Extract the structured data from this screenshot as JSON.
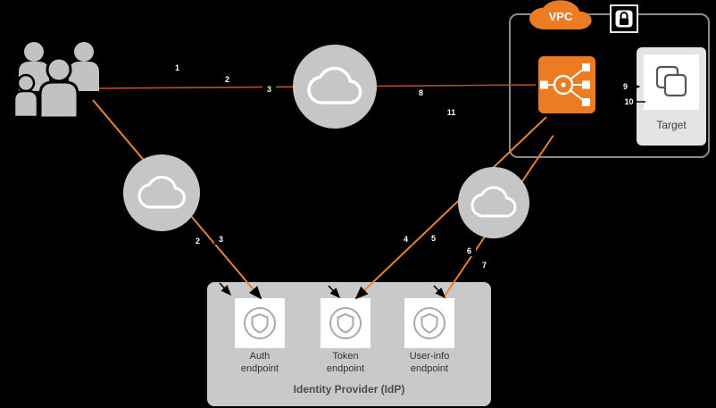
{
  "vpc": {
    "label": "VPC"
  },
  "target": {
    "label": "Target"
  },
  "idp": {
    "label": "Identity Provider (IdP)",
    "endpoints": [
      "Auth endpoint",
      "Token endpoint",
      "User-info endpoint"
    ]
  },
  "steps": {
    "top": [
      "1",
      "2",
      "3",
      "8",
      "11"
    ],
    "vpc": [
      "9",
      "10"
    ],
    "left": [
      "2",
      "3"
    ],
    "right": [
      "4",
      "5",
      "6",
      "7"
    ]
  },
  "icons": {
    "users": "users-icon",
    "internet": "cloud-icon",
    "vpc_tag": "vpc-cloud-icon",
    "security": "lock-icon",
    "load_balancer": "load-balancer-icon",
    "idp_endpoint": "shield-icon",
    "target": "stacked-squares-icon"
  },
  "colors": {
    "background": "#000000",
    "orange": "#EB7C24",
    "arrow_orange": "#E8832A",
    "request_line": "#BF4F24",
    "node_gray": "#C6C6C6",
    "idp_box_gray": "#C9C9C9"
  }
}
